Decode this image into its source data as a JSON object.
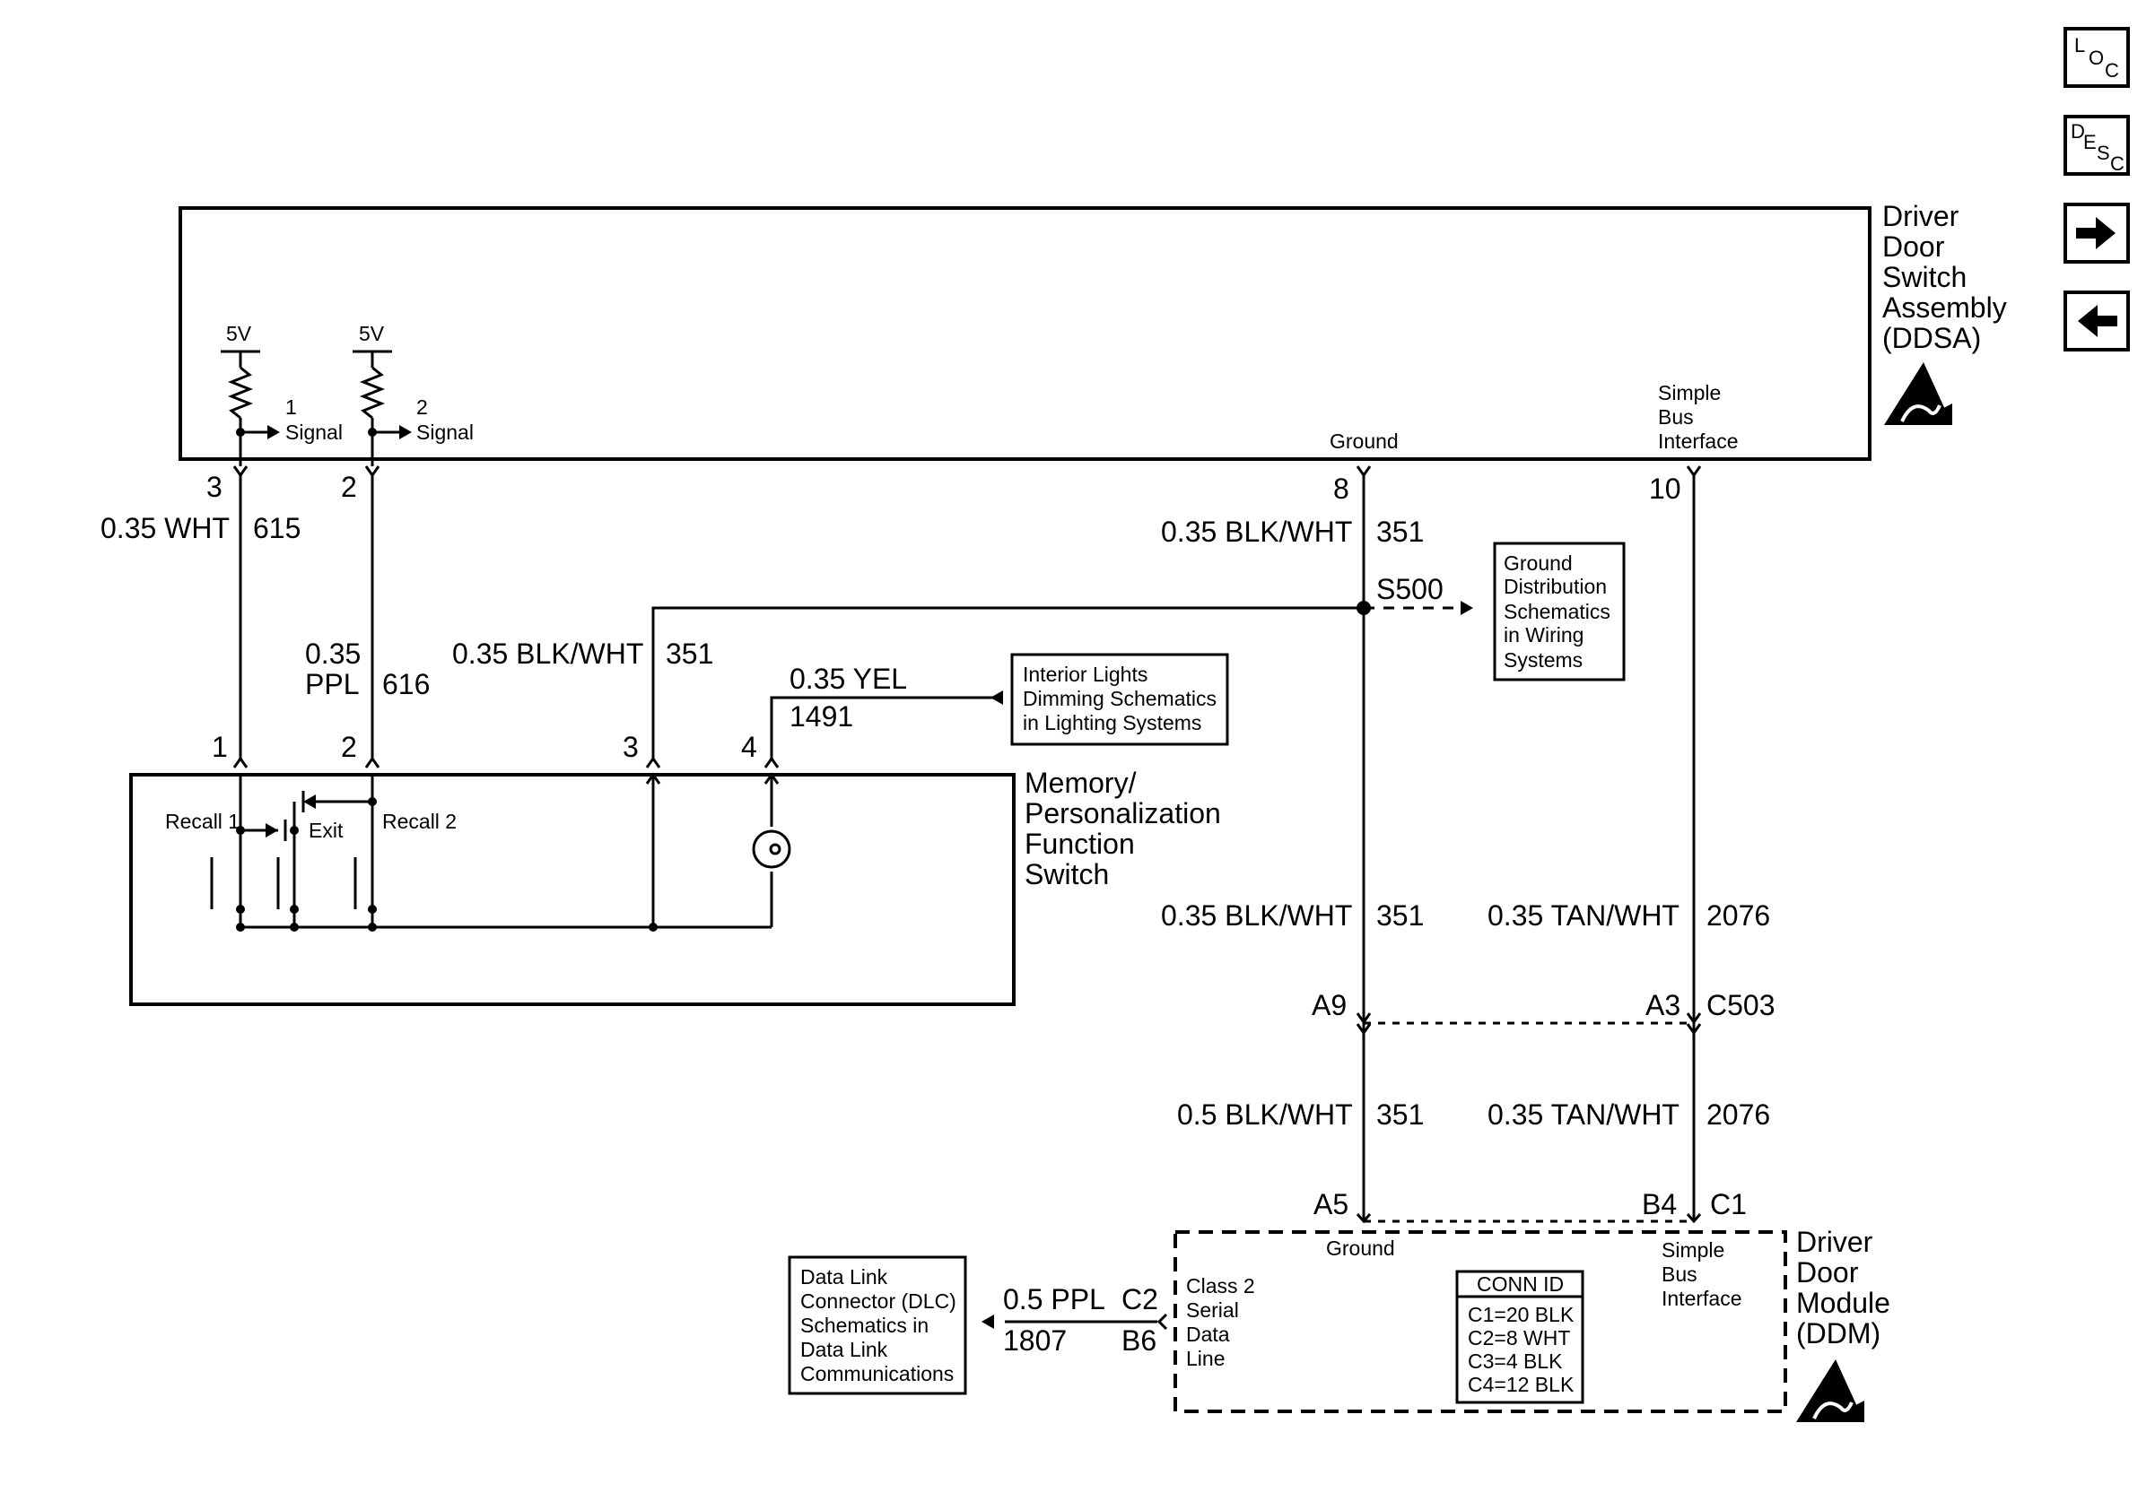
{
  "nav": {
    "loc": {
      "a": "L",
      "b": "O",
      "c": "C"
    },
    "desc": {
      "a": "D",
      "b": "E",
      "c": "S",
      "d": "C"
    },
    "next_icon": "arrow-right-icon",
    "prev_icon": "arrow-left-icon"
  },
  "ddsa": {
    "name_lines": [
      "Driver",
      "Door",
      "Switch",
      "Assembly",
      "(DDSA)"
    ],
    "v5a": "5V",
    "v5b": "5V",
    "sig1_num": "1",
    "sig1_text": "Signal",
    "sig2_num": "2",
    "sig2_text": "Signal",
    "ground": "Ground",
    "sbi": [
      "Simple",
      "Bus",
      "Interface"
    ],
    "esd_icon": "esd-warning-icon"
  },
  "pins_top": {
    "p3": "3",
    "p2": "2",
    "p8": "8",
    "p10": "10"
  },
  "wires": {
    "w615": {
      "gauge": "0.35 WHT",
      "circuit": "615"
    },
    "w616": {
      "gauge_a": "0.35",
      "gauge_b": "PPL",
      "circuit": "616"
    },
    "w351_top": {
      "gauge": "0.35 BLK/WHT",
      "circuit": "351"
    },
    "w351_branch": {
      "gauge": "0.35 BLK/WHT",
      "circuit": "351"
    },
    "w1491": {
      "gauge": "0.35 YEL",
      "circuit": "1491"
    },
    "w351_mid": {
      "gauge": "0.35 BLK/WHT",
      "circuit": "351"
    },
    "w2076_mid": {
      "gauge": "0.35 TAN/WHT",
      "circuit": "2076"
    },
    "w351_low": {
      "gauge": "0.5 BLK/WHT",
      "circuit": "351"
    },
    "w2076_low": {
      "gauge": "0.35 TAN/WHT",
      "circuit": "2076"
    },
    "w1807": {
      "gauge": "0.5 PPL",
      "circuit": "1807"
    }
  },
  "splice": "S500",
  "ground_ref": [
    "Ground",
    "Distribution",
    "Schematics",
    "in Wiring",
    "Systems"
  ],
  "lights_ref": [
    "Interior Lights",
    "Dimming Schematics",
    "in Lighting Systems"
  ],
  "mem": {
    "name_lines": [
      "Memory/",
      "Personalization",
      "Function",
      "Switch"
    ],
    "pins": {
      "p1": "1",
      "p2": "2",
      "p3": "3",
      "p4": "4"
    },
    "recall1": "Recall 1",
    "recall2": "Recall 2",
    "exit": "Exit"
  },
  "c503": {
    "a9": "A9",
    "a3": "A3",
    "name": "C503"
  },
  "ddm": {
    "a5": "A5",
    "b4": "B4",
    "c1": "C1",
    "c2": "C2",
    "b6": "B6",
    "ground": "Ground",
    "sbi": [
      "Simple",
      "Bus",
      "Interface"
    ],
    "class2": [
      "Class 2",
      "Serial",
      "Data",
      "Line"
    ],
    "conn_title": "CONN ID",
    "conn_rows": [
      "C1=20 BLK",
      "C2=8 WHT",
      "C3=4 BLK",
      "C4=12 BLK"
    ],
    "name_lines": [
      "Driver",
      "Door",
      "Module",
      "(DDM)"
    ],
    "esd_icon": "esd-warning-icon"
  },
  "dlc_ref": [
    "Data Link",
    "Connector (DLC)",
    "Schematics in",
    "Data Link",
    "Communications"
  ]
}
